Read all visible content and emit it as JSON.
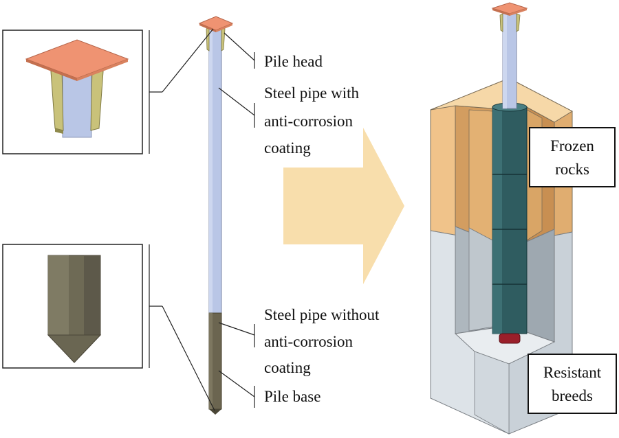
{
  "labels": {
    "pile_head": "Pile head",
    "coated_pipe": [
      "Steel pipe with",
      "anti-corrosion",
      "coating"
    ],
    "uncoated_pipe": [
      "Steel pipe without",
      "anti-corrosion",
      "coating"
    ],
    "pile_base": "Pile base"
  },
  "soil_labels": {
    "frozen": [
      "Frozen",
      "rocks"
    ],
    "resistant": [
      "Resistant",
      "breeds"
    ]
  },
  "colors": {
    "head_plate": "#ef9372",
    "coated_pipe": "#b9c6e6",
    "uncoated_pipe": "#6b6550",
    "stiffener": "#c9c27a",
    "frozen_layer": "#eab87a",
    "resistant_layer": "#d7dde2",
    "pile_in_ground": "#2f5c60",
    "pile_tip": "#9a1f2a",
    "arrow": "#f8deac"
  }
}
